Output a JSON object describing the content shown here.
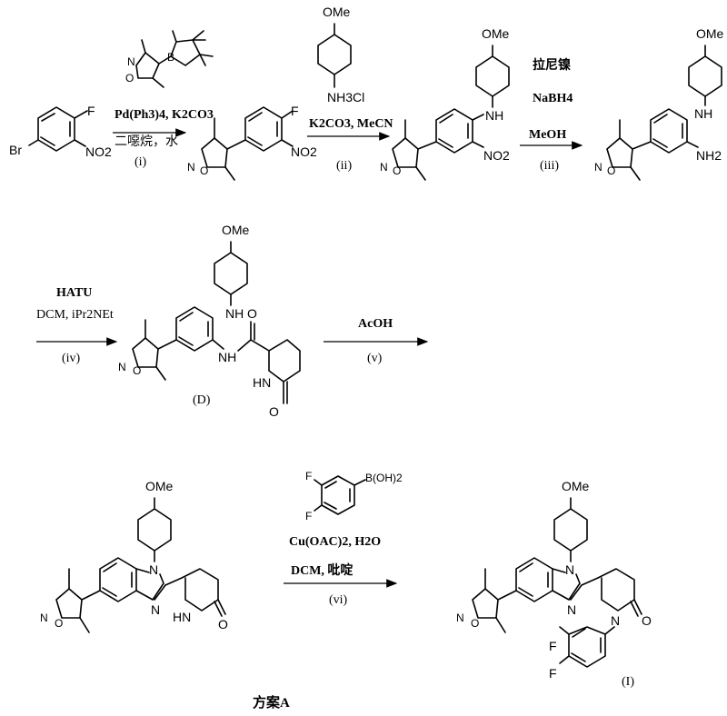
{
  "steps": {
    "i": {
      "reagents_top": "Pd(Ph3)4, K2CO3",
      "solvent": "二噁烷，水",
      "label": "(i)"
    },
    "ii": {
      "reagents": "K2CO3, MeCN",
      "label": "(ii)"
    },
    "iii": {
      "reagents": [
        "拉尼镍",
        "NaBH4",
        "MeOH"
      ],
      "label": "(iii)"
    },
    "iv": {
      "reagents": [
        "HATU",
        "DCM, iPr2NEt"
      ],
      "label": "(iv)"
    },
    "v": {
      "reagents": "AcOH",
      "label": "(v)"
    },
    "vi": {
      "reagents": [
        "Cu(OAC)2, H2O",
        "DCM, 吡啶"
      ],
      "label": "(vi)"
    }
  },
  "atoms": {
    "br": "Br",
    "f": "F",
    "no2": "NO2",
    "b": "B",
    "o": "O",
    "n": "N",
    "ome": "OMe",
    "nh3cl": "NH3Cl",
    "nh": "NH",
    "nh2": "NH2",
    "hn": "HN",
    "boh2": "B(OH)2"
  },
  "compound_labels": {
    "d": "(D)",
    "i": "(I)"
  },
  "caption": "方案A"
}
